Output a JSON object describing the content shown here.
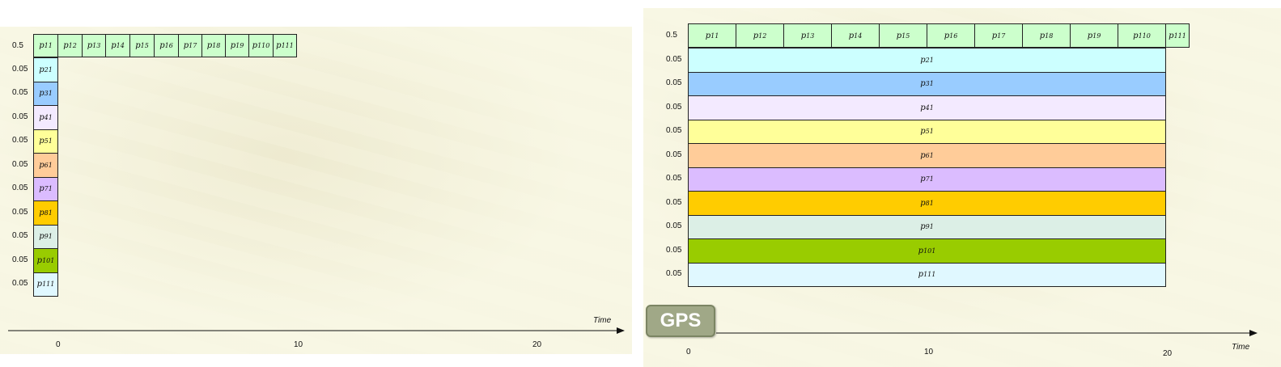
{
  "colors": {
    "top_row": "#ccffcc",
    "rows": [
      "#ccffff",
      "#99ccff",
      "#f3eaff",
      "#ffff99",
      "#ffcc99",
      "#dbbcff",
      "#ffcc00",
      "#dcefe6",
      "#99cc00",
      "#e0f8ff"
    ]
  },
  "left_panel": {
    "top_row": {
      "value": "0.5",
      "cells": [
        {
          "base": "p",
          "sub": "1",
          "sup": "1"
        },
        {
          "base": "p",
          "sub": "1",
          "sup": "2"
        },
        {
          "base": "p",
          "sub": "1",
          "sup": "3"
        },
        {
          "base": "p",
          "sub": "1",
          "sup": "4"
        },
        {
          "base": "p",
          "sub": "1",
          "sup": "5"
        },
        {
          "base": "p",
          "sub": "1",
          "sup": "6"
        },
        {
          "base": "p",
          "sub": "1",
          "sup": "7"
        },
        {
          "base": "p",
          "sub": "1",
          "sup": "8"
        },
        {
          "base": "p",
          "sub": "1",
          "sup": "9"
        },
        {
          "base": "p",
          "sub": "1",
          "sup": "10"
        },
        {
          "base": "p",
          "sub": "1",
          "sup": "11"
        }
      ]
    },
    "rows": [
      {
        "value": "0.05",
        "label": {
          "base": "p",
          "sub": "2",
          "sup": "1"
        }
      },
      {
        "value": "0.05",
        "label": {
          "base": "p",
          "sub": "3",
          "sup": "1"
        }
      },
      {
        "value": "0.05",
        "label": {
          "base": "p",
          "sub": "4",
          "sup": "1"
        }
      },
      {
        "value": "0.05",
        "label": {
          "base": "p",
          "sub": "5",
          "sup": "1"
        }
      },
      {
        "value": "0.05",
        "label": {
          "base": "p",
          "sub": "6",
          "sup": "1"
        }
      },
      {
        "value": "0.05",
        "label": {
          "base": "p",
          "sub": "7",
          "sup": "1"
        }
      },
      {
        "value": "0.05",
        "label": {
          "base": "p",
          "sub": "8",
          "sup": "1"
        }
      },
      {
        "value": "0.05",
        "label": {
          "base": "p",
          "sub": "9",
          "sup": "1"
        }
      },
      {
        "value": "0.05",
        "label": {
          "base": "p",
          "sub": "10",
          "sup": "1"
        }
      },
      {
        "value": "0.05",
        "label": {
          "base": "p",
          "sub": "11",
          "sup": "1"
        }
      }
    ],
    "axis": {
      "label": "Time",
      "ticks": [
        "0",
        "10",
        "20"
      ]
    }
  },
  "right_panel": {
    "top_row": {
      "value": "0.5",
      "cells": [
        {
          "base": "p",
          "sub": "1",
          "sup": "1"
        },
        {
          "base": "p",
          "sub": "1",
          "sup": "2"
        },
        {
          "base": "p",
          "sub": "1",
          "sup": "3"
        },
        {
          "base": "p",
          "sub": "1",
          "sup": "4"
        },
        {
          "base": "p",
          "sub": "1",
          "sup": "5"
        },
        {
          "base": "p",
          "sub": "1",
          "sup": "6"
        },
        {
          "base": "p",
          "sub": "1",
          "sup": "7"
        },
        {
          "base": "p",
          "sub": "1",
          "sup": "8"
        },
        {
          "base": "p",
          "sub": "1",
          "sup": "9"
        },
        {
          "base": "p",
          "sub": "1",
          "sup": "10"
        },
        {
          "base": "p",
          "sub": "1",
          "sup": "11"
        }
      ]
    },
    "rows": [
      {
        "value": "0.05",
        "label": {
          "base": "p",
          "sub": "2",
          "sup": "1"
        }
      },
      {
        "value": "0.05",
        "label": {
          "base": "p",
          "sub": "3",
          "sup": "1"
        }
      },
      {
        "value": "0.05",
        "label": {
          "base": "p",
          "sub": "4",
          "sup": "1"
        }
      },
      {
        "value": "0.05",
        "label": {
          "base": "p",
          "sub": "5",
          "sup": "1"
        }
      },
      {
        "value": "0.05",
        "label": {
          "base": "p",
          "sub": "6",
          "sup": "1"
        }
      },
      {
        "value": "0.05",
        "label": {
          "base": "p",
          "sub": "7",
          "sup": "1"
        }
      },
      {
        "value": "0.05",
        "label": {
          "base": "p",
          "sub": "8",
          "sup": "1"
        }
      },
      {
        "value": "0.05",
        "label": {
          "base": "p",
          "sub": "9",
          "sup": "1"
        }
      },
      {
        "value": "0.05",
        "label": {
          "base": "p",
          "sub": "10",
          "sup": "1"
        }
      },
      {
        "value": "0.05",
        "label": {
          "base": "p",
          "sub": "11",
          "sup": "1"
        }
      }
    ],
    "axis": {
      "label": "Time",
      "ticks": [
        "0",
        "10",
        "20"
      ]
    }
  },
  "gps_button": {
    "label": "GPS"
  }
}
